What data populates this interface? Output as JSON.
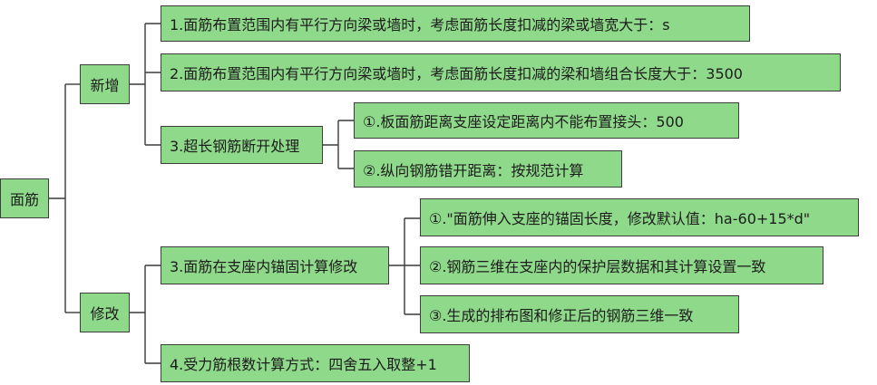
{
  "root": {
    "label": "面筋"
  },
  "branches": [
    {
      "label": "新增",
      "children": [
        {
          "label": "1.面筋布置范围内有平行方向梁或墙时，考虑面筋长度扣减的梁或墙宽大于：s"
        },
        {
          "label": "2.面筋布置范围内有平行方向梁或墙时，考虑面筋长度扣减的梁和墙组合长度大于：3500"
        },
        {
          "label": "3.超长钢筋断开处理",
          "children": [
            {
              "label": "①.板面筋距离支座设定距离内不能布置接头：500"
            },
            {
              "label": "②.纵向钢筋错开距离：按规范计算"
            }
          ]
        }
      ]
    },
    {
      "label": "修改",
      "children": [
        {
          "label": "3.面筋在支座内锚固计算修改",
          "children": [
            {
              "label": "①.\"面筋伸入支座的锚固长度，修改默认值：ha-60+15*d\""
            },
            {
              "label": "②.钢筋三维在支座内的保护层数据和其计算设置一致"
            },
            {
              "label": "③.生成的排布图和修正后的钢筋三维一致"
            }
          ]
        },
        {
          "label": "4.受力筋根数计算方式：四舍五入取整+1"
        }
      ]
    }
  ],
  "colors": {
    "node_fill": "#8fd98a",
    "node_border": "#3d3d3d",
    "connector": "#3a3a3a"
  }
}
